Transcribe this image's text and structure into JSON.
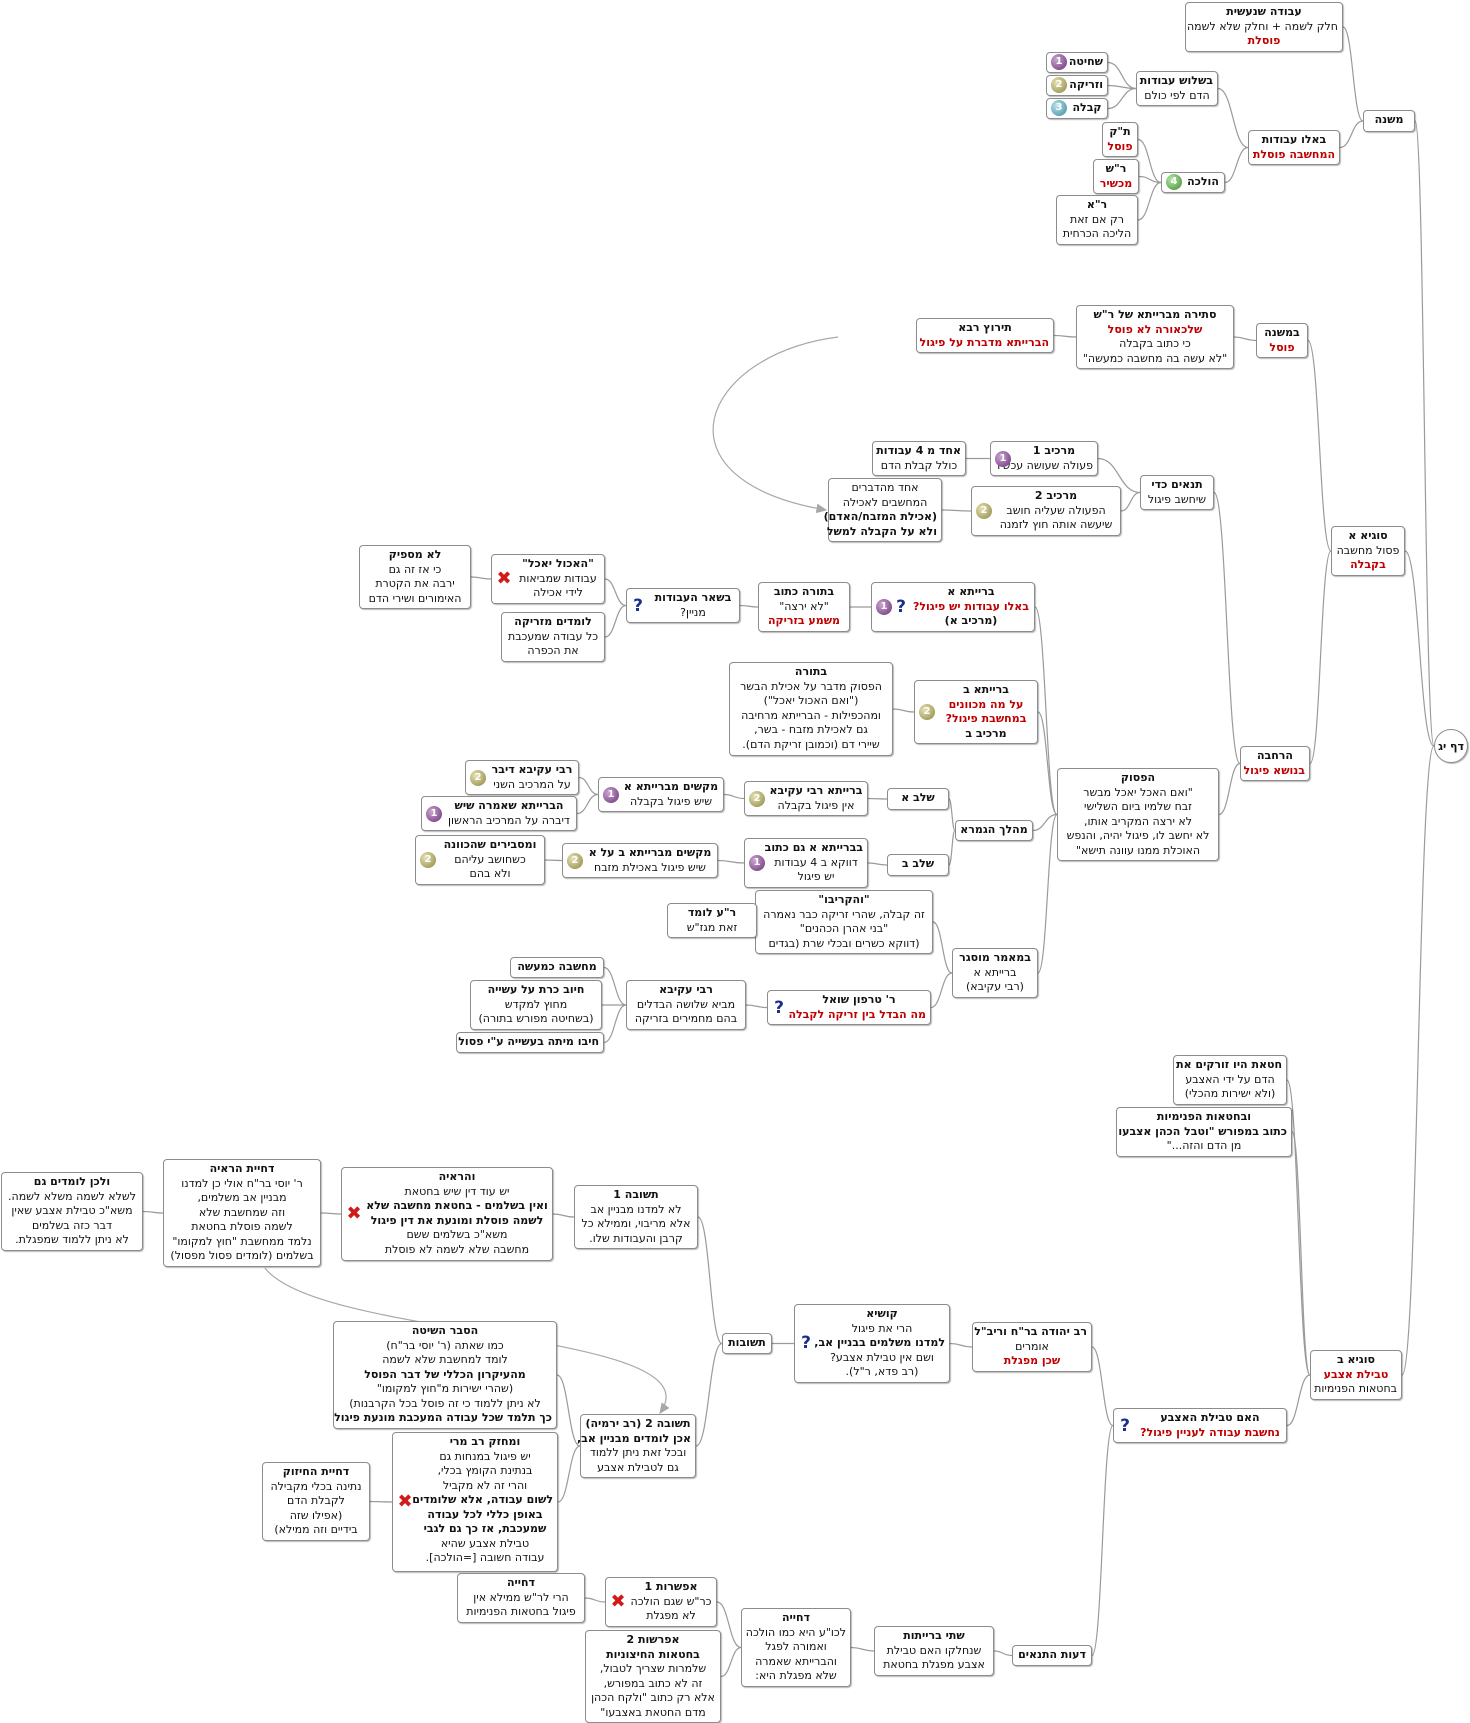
{
  "root": {
    "label": "דף יג"
  },
  "nodes": [
    {
      "id": "mishna",
      "lines": [
        {
          "t": "משנה",
          "s": "t"
        }
      ]
    },
    {
      "id": "avoda",
      "lines": [
        {
          "t": "עבודה שנעשית",
          "s": "t"
        },
        {
          "t": "חלק לשמה + וחלק שלא לשמה"
        },
        {
          "t": "פוסלת",
          "s": "r"
        }
      ]
    },
    {
      "id": "baelu",
      "lines": [
        {
          "t": "באלו עבודות",
          "s": "t"
        },
        {
          "t": "המחשבה פוסלת",
          "s": "r"
        }
      ]
    },
    {
      "id": "shalosh",
      "lines": [
        {
          "t": "בשלוש עבודות",
          "s": "t"
        },
        {
          "t": "הדם לפי כולם"
        }
      ]
    },
    {
      "id": "shchita",
      "mark": {
        "k": "p",
        "v": "1"
      },
      "lines": [
        {
          "t": "שחיטה",
          "s": "t"
        }
      ]
    },
    {
      "id": "zrika",
      "mark": {
        "k": "o",
        "v": "2"
      },
      "lines": [
        {
          "t": "וזריקה",
          "s": "t"
        }
      ]
    },
    {
      "id": "kabala",
      "mark": {
        "k": "b",
        "v": "3"
      },
      "lines": [
        {
          "t": "קבלה",
          "s": "t"
        }
      ]
    },
    {
      "id": "holacha",
      "mark": {
        "k": "g",
        "v": "4"
      },
      "lines": [
        {
          "t": "הולכה",
          "s": "t"
        }
      ]
    },
    {
      "id": "tk",
      "lines": [
        {
          "t": "ת\"ק",
          "s": "t"
        },
        {
          "t": "פוסל",
          "s": "r"
        }
      ]
    },
    {
      "id": "rsh",
      "lines": [
        {
          "t": "ר\"ש",
          "s": "t"
        },
        {
          "t": "מכשיר",
          "s": "r"
        }
      ]
    },
    {
      "id": "ra",
      "lines": [
        {
          "t": "ר\"א",
          "s": "t"
        },
        {
          "t": "רק אם זאת"
        },
        {
          "t": "הליכה הכרחית"
        }
      ]
    },
    {
      "id": "sugia_a",
      "lines": [
        {
          "t": "סוגיא א",
          "s": "t"
        },
        {
          "t": "פסול מחשבה"
        },
        {
          "t": "בקבלה",
          "s": "r"
        }
      ]
    },
    {
      "id": "bamishna",
      "lines": [
        {
          "t": "במשנה",
          "s": "t"
        },
        {
          "t": "פוסל",
          "s": "r"
        }
      ]
    },
    {
      "id": "stira",
      "lines": [
        {
          "t": "סתירה מברייתא של ר\"ש",
          "s": "t"
        },
        {
          "t": "שלכאורה לא פוסל",
          "s": "r"
        },
        {
          "t": "כי כתוב בקבלה"
        },
        {
          "t": "\"לא עשה בה מחשבה כמעשה\""
        }
      ]
    },
    {
      "id": "teruts",
      "lines": [
        {
          "t": "תירוץ רבא",
          "s": "t"
        },
        {
          "t": "הברייתא מדברת על פיגול",
          "s": "r"
        }
      ]
    },
    {
      "id": "harchava",
      "lines": [
        {
          "t": "הרחבה",
          "s": "t"
        },
        {
          "t": "בנושא פיגול",
          "s": "r"
        }
      ]
    },
    {
      "id": "tnaim",
      "lines": [
        {
          "t": "תנאים כדי",
          "s": "t"
        },
        {
          "t": "שיחשב פיגול"
        }
      ]
    },
    {
      "id": "murkav1",
      "mark": {
        "k": "p",
        "v": "1"
      },
      "lines": [
        {
          "t": "מרכיב 1",
          "s": "t"
        },
        {
          "t": "פעולה שעושה עכשיו"
        }
      ]
    },
    {
      "id": "echad4",
      "lines": [
        {
          "t": "אחד מ 4 עבודות",
          "s": "t"
        },
        {
          "t": "כולל קבלת הדם"
        }
      ]
    },
    {
      "id": "murkav2",
      "mark": {
        "k": "o",
        "v": "2"
      },
      "lines": [
        {
          "t": "מרכיב 2",
          "s": "t"
        },
        {
          "t": "הפעולה שעליה חושב"
        },
        {
          "t": "שיעשה אותה חוץ לזמנה"
        }
      ]
    },
    {
      "id": "echad_mdb",
      "lines": [
        {
          "t": "אחד מהדברים"
        },
        {
          "t": "המחשבים לאכילה"
        },
        {
          "t": "(אכילת המזבח/האדם)",
          "s": "t"
        },
        {
          "t": "ולא על הקבלה למשל",
          "s": "t"
        }
      ]
    },
    {
      "id": "hapasuk",
      "lines": [
        {
          "t": "הפסוק",
          "s": "t"
        },
        {
          "t": "\"ואם האכל יאכל מבשר"
        },
        {
          "t": "זבח שלמיו ביום השלישי"
        },
        {
          "t": "לא ירצה המקריב אותו,"
        },
        {
          "t": "לא יחשב לו, פיגול יהיה, והנפש"
        },
        {
          "t": "האוכלת ממנו עוונה תישא\""
        }
      ]
    },
    {
      "id": "braita_a",
      "mark": {
        "k": "p",
        "v": "1"
      },
      "q": true,
      "lines": [
        {
          "t": "ברייתא א",
          "s": "t"
        },
        {
          "t": "באלו עבודות יש פיגול?",
          "s": "r"
        },
        {
          "t": "(מרכיב א)",
          "s": "t"
        }
      ]
    },
    {
      "id": "batora",
      "lines": [
        {
          "t": "בתורה כתוב",
          "s": "t"
        },
        {
          "t": "\"לא ירצה\""
        },
        {
          "t": "משמע בזריקה",
          "s": "r"
        }
      ]
    },
    {
      "id": "bishar",
      "q": true,
      "lines": [
        {
          "t": "בשאר העבודות",
          "s": "t"
        },
        {
          "t": "מניין?"
        }
      ]
    },
    {
      "id": "haochel",
      "mark": {
        "k": "x",
        "v": "✖"
      },
      "lines": [
        {
          "t": "\"האכול יאכל\"",
          "s": "t"
        },
        {
          "t": "עבודות שמביאות"
        },
        {
          "t": "לידי אכילה"
        }
      ]
    },
    {
      "id": "lo_maspik",
      "lines": [
        {
          "t": "לא מספיק",
          "s": "t"
        },
        {
          "t": "כי אז זה גם"
        },
        {
          "t": "ירבה את הקטרת"
        },
        {
          "t": "האימורים ושירי הדם"
        }
      ]
    },
    {
      "id": "lomdim_mizrika",
      "lines": [
        {
          "t": "לומדים מזריקה",
          "s": "t"
        },
        {
          "t": "כל עבודה שמעכבת"
        },
        {
          "t": "את הכפרה"
        }
      ]
    },
    {
      "id": "braita_b",
      "mark": {
        "k": "o",
        "v": "2"
      },
      "lines": [
        {
          "t": "ברייתא ב",
          "s": "t"
        },
        {
          "t": "על מה מכוונים",
          "s": "r"
        },
        {
          "t": "במחשבת פיגול?",
          "s": "r"
        },
        {
          "t": "מרכיב ב",
          "s": "t"
        }
      ]
    },
    {
      "id": "batora2",
      "lines": [
        {
          "t": "בתורה",
          "s": "t"
        },
        {
          "t": "הפסוק מדבר על אכילת הבשר"
        },
        {
          "t": "(\"ואם האכול יאכל\")"
        },
        {
          "t": "ומהכפילות - הברייתא מרחיבה"
        },
        {
          "t": "גם לאכילת מזבח - בשר,"
        },
        {
          "t": "שיירי דם (וכמובן זריקת הדם)."
        }
      ]
    },
    {
      "id": "mahalach",
      "lines": [
        {
          "t": "מהלך הגמרא",
          "s": "t"
        }
      ]
    },
    {
      "id": "shlav_a",
      "lines": [
        {
          "t": "שלב א",
          "s": "t"
        }
      ]
    },
    {
      "id": "braita_ra",
      "mark": {
        "k": "o",
        "v": "2"
      },
      "lines": [
        {
          "t": "ברייתא רבי עקיבא",
          "s": "t"
        },
        {
          "t": "אין פיגול בקבלה"
        }
      ]
    },
    {
      "id": "makshim_a",
      "mark": {
        "k": "p",
        "v": "1"
      },
      "lines": [
        {
          "t": "מקשים מברייתא א",
          "s": "t"
        },
        {
          "t": "שיש פיגול בקבלה"
        }
      ]
    },
    {
      "id": "ra_diber",
      "mark": {
        "k": "o",
        "v": "2"
      },
      "lines": [
        {
          "t": "רבי עקיבא דיבר",
          "s": "t"
        },
        {
          "t": "על המרכיב השני"
        }
      ]
    },
    {
      "id": "habraita_sh",
      "mark": {
        "k": "p",
        "v": "1"
      },
      "lines": [
        {
          "t": "הברייתא שאמרה שיש",
          "s": "t"
        },
        {
          "t": "דיברה על המרכיב הראשון"
        }
      ]
    },
    {
      "id": "shlav_b",
      "lines": [
        {
          "t": "שלב ב",
          "s": "t"
        }
      ]
    },
    {
      "id": "bbraita_a",
      "mark": {
        "k": "p",
        "v": "1"
      },
      "lines": [
        {
          "t": "בברייתא א גם כתוב",
          "s": "t"
        },
        {
          "t": "דווקא ב 4 עבודות"
        },
        {
          "t": "יש פיגול"
        }
      ]
    },
    {
      "id": "makshim_b",
      "mark": {
        "k": "o",
        "v": "2"
      },
      "lines": [
        {
          "t": "מקשים מברייתא ב על א",
          "s": "t"
        },
        {
          "t": "שיש פיגול באכילת מזבח"
        }
      ]
    },
    {
      "id": "umasbirim",
      "mark": {
        "k": "o",
        "v": "2"
      },
      "lines": [
        {
          "t": "ומסבירים שהכוונה",
          "s": "t"
        },
        {
          "t": "כשחושב עליהם"
        },
        {
          "t": "ולא בהם"
        }
      ]
    },
    {
      "id": "vehikrivu",
      "lines": [
        {
          "t": "\"והקריבו\"",
          "s": "t"
        },
        {
          "t": "זה קבלה, שהרי זריקה כבר נאמרה"
        },
        {
          "t": "\"בני אהרן הכהנים\""
        },
        {
          "t": "(דווקא כשרים ובכלי שרת (בגדים"
        }
      ]
    },
    {
      "id": "rk_lomed",
      "lines": [
        {
          "t": "ר\"ע לומד",
          "s": "t"
        },
        {
          "t": "זאת מגז\"ש"
        }
      ]
    },
    {
      "id": "bamaamar",
      "lines": [
        {
          "t": "במאמר מוסגר",
          "s": "t"
        },
        {
          "t": "ברייתא א"
        },
        {
          "t": "(רבי עקיבא)"
        }
      ]
    },
    {
      "id": "tarfon",
      "q": true,
      "lines": [
        {
          "t": "ר' טרפון שואל",
          "s": "t"
        },
        {
          "t": "מה הבדל בין זריקה לקבלה",
          "s": "r"
        }
      ]
    },
    {
      "id": "ravakiva",
      "lines": [
        {
          "t": "רבי עקיבא",
          "s": "t"
        },
        {
          "t": "מביא שלושה הבדלים"
        },
        {
          "t": "בהם מחמירים בזריקה"
        }
      ]
    },
    {
      "id": "machshava_kmaase",
      "lines": [
        {
          "t": "מחשבה כמעשה",
          "s": "t"
        }
      ]
    },
    {
      "id": "chiyuv_karet",
      "lines": [
        {
          "t": "חיוב כרת על עשייה",
          "s": "t"
        },
        {
          "t": "מחוץ למקדש"
        },
        {
          "t": "(בשחיטה מפורש בתורה)"
        }
      ]
    },
    {
      "id": "chiyuv_mita",
      "lines": [
        {
          "t": "חיבו מיתה בעשייה ע\"י פסול",
          "s": "t"
        }
      ]
    },
    {
      "id": "chatat1",
      "lines": [
        {
          "t": "חטאת היו זורקים את",
          "s": "t"
        },
        {
          "t": "הדם על ידי האצבע"
        },
        {
          "t": "(ולא ישירות מהכלי)"
        }
      ]
    },
    {
      "id": "chatat2",
      "lines": [
        {
          "t": "ובחטאות הפנימיות",
          "s": "t"
        },
        {
          "t": "כתוב במפורש \"וטבל הכהן אצבעו",
          "s": "t"
        },
        {
          "t": "מן הדם והזה...\""
        }
      ]
    },
    {
      "id": "sugia_b",
      "lines": [
        {
          "t": "סוגיא ב",
          "s": "t"
        },
        {
          "t": "טבילת אצבע",
          "s": "r"
        },
        {
          "t": "בחטאות הפנימיות"
        }
      ]
    },
    {
      "id": "haim",
      "q": true,
      "lines": [
        {
          "t": "האם טבילת האצבע",
          "s": "t"
        },
        {
          "t": "נחשבת עבודה לעניין פיגול?",
          "s": "r"
        }
      ]
    },
    {
      "id": "ryehuda",
      "lines": [
        {
          "t": "רב יהודה בר\"ח וריב\"ל",
          "s": "t"
        },
        {
          "t": "אומרים"
        },
        {
          "t": "שכן מפגלת",
          "s": "r"
        }
      ]
    },
    {
      "id": "kushia",
      "q": true,
      "lines": [
        {
          "t": "קושיא",
          "s": "t"
        },
        {
          "t": "הרי את פיגול"
        },
        {
          "t": "למדנו משלמים בבניין אב,",
          "s": "t"
        },
        {
          "t": "ושם אין טבילת אצבע?"
        },
        {
          "t": "(רב פדא, ר\"ל)."
        }
      ]
    },
    {
      "id": "tshuvot",
      "lines": [
        {
          "t": "תשובות",
          "s": "t"
        }
      ]
    },
    {
      "id": "tshuva1",
      "lines": [
        {
          "t": "תשובה 1",
          "s": "t"
        },
        {
          "t": "לא למדנו מבניין אב"
        },
        {
          "t": "אלא מריבוי, וממילא כל"
        },
        {
          "t": "קרבן והעבודות שלו."
        }
      ]
    },
    {
      "id": "vehaaya",
      "mark": {
        "k": "x",
        "v": "✖"
      },
      "lines": [
        {
          "t": "והראיה",
          "s": "t"
        },
        {
          "t": "יש עוד דין שיש בחטאת"
        },
        {
          "t": "ואין בשלמים - בחטאת מחשבה שלא",
          "s": "t"
        },
        {
          "t": "לשמה פוסלת ומונעת את דין פיגול",
          "s": "t"
        },
        {
          "t": "משא\"כ בשלמים ששם"
        },
        {
          "t": "מחשבה שלא לשמה לא פוסלת"
        }
      ]
    },
    {
      "id": "dchiyat_haraya",
      "lines": [
        {
          "t": "דחיית הראיה",
          "s": "t"
        },
        {
          "t": "ר' יוסי בר\"ח אולי כן למדנו"
        },
        {
          "t": "מבניין אב משלמים,"
        },
        {
          "t": "וזה שמחשבת שלא"
        },
        {
          "t": "לשמה פוסלת בחטאת"
        },
        {
          "t": "נלמד ממחשבת \"חוץ למקומו\""
        },
        {
          "t": "בשלמים (לומדים פסול מפסול)"
        }
      ]
    },
    {
      "id": "velachen",
      "lines": [
        {
          "t": "ולכן לומדים גם",
          "s": "t"
        },
        {
          "t": "לשלא לשמה משלא לשמה."
        },
        {
          "t": "משא\"כ טבילת אצבע שאין"
        },
        {
          "t": "דבר כזה בשלמים"
        },
        {
          "t": "לא ניתן ללמוד שמפגלת."
        }
      ]
    },
    {
      "id": "tshuva2",
      "lines": [
        {
          "t": "תשובה 2 (רב ירמיה)",
          "s": "t"
        },
        {
          "t": "אכן לומדים מבניין אב,",
          "s": "t"
        },
        {
          "t": "ובכל זאת ניתן ללמוד"
        },
        {
          "t": "גם לטבילת אצבע"
        }
      ]
    },
    {
      "id": "hesber",
      "lines": [
        {
          "t": "הסבר השיטה",
          "s": "t"
        },
        {
          "t": "כמו שאתה (ר' יוסי בר\"ח)"
        },
        {
          "t": "לומד למחשבת שלא לשמה"
        },
        {
          "t": "מהעיקרון הכללי של דבר הפוסל",
          "s": "t"
        },
        {
          "t": "(שהרי ישירות מ\"חוץ למקומו\""
        },
        {
          "t": "לא ניתן ללמוד כי זה פוסל בכל הקרבנות)"
        },
        {
          "t": "כך תלמד שכל עבודה המעכבת מונעת פיגול",
          "s": "t"
        }
      ]
    },
    {
      "id": "umachzik",
      "mark": {
        "k": "x",
        "v": "✖"
      },
      "lines": [
        {
          "t": "ומחזק רב מרי",
          "s": "t"
        },
        {
          "t": "יש פיגול במנחות גם"
        },
        {
          "t": "בנתינת הקומץ בכלי,"
        },
        {
          "t": "והרי זה לא מקביל"
        },
        {
          "t": "לשום עבודה, אלא שלומדים",
          "s": "t"
        },
        {
          "t": "באופן כללי לכל עבודה",
          "s": "t"
        },
        {
          "t": "שמעכבת, אז כך גם לגבי",
          "s": "t"
        },
        {
          "t": "טבילת אצבע שהיא"
        },
        {
          "t": "עבודה חשובה [=הולכה]."
        }
      ]
    },
    {
      "id": "dchiyat_hachizuk",
      "lines": [
        {
          "t": "דחיית החיזוק",
          "s": "t"
        },
        {
          "t": "נתינה בכלי מקבילה"
        },
        {
          "t": "לקבלת הדם"
        },
        {
          "t": "(אפילו שזה"
        },
        {
          "t": "בידיים וזה ממילא)"
        }
      ]
    },
    {
      "id": "daat",
      "lines": [
        {
          "t": "דעות התנאים",
          "s": "t"
        }
      ]
    },
    {
      "id": "shtei",
      "lines": [
        {
          "t": "שתי ברייתות",
          "s": "t"
        },
        {
          "t": "שנחלקו האם טבילת"
        },
        {
          "t": "אצבע מפגלת בחטאת"
        }
      ]
    },
    {
      "id": "dchiya",
      "lines": [
        {
          "t": "דחייה",
          "s": "t"
        },
        {
          "t": "לכו\"ע היא כמו הולכה"
        },
        {
          "t": "ואמורה לפגל"
        },
        {
          "t": "והברייתא שאמרה"
        },
        {
          "t": "שלא מפגלת היא:"
        }
      ]
    },
    {
      "id": "efsharut1",
      "mark": {
        "k": "x",
        "v": "✖"
      },
      "lines": [
        {
          "t": "אפשרות 1",
          "s": "t"
        },
        {
          "t": "כר\"ש שגם הולכה"
        },
        {
          "t": "לא מפגלת"
        }
      ]
    },
    {
      "id": "dchiya2",
      "lines": [
        {
          "t": "דחייה",
          "s": "t"
        },
        {
          "t": "הרי לר\"ש ממילא אין"
        },
        {
          "t": "פיגול בחטאות הפנימיות"
        }
      ]
    },
    {
      "id": "efsharut2",
      "lines": [
        {
          "t": "אפרשות 2",
          "s": "t"
        },
        {
          "t": "בחטאות החיצוניות",
          "s": "t"
        },
        {
          "t": "שלמרות שצריך לטבול,"
        },
        {
          "t": "זה לא כתוב במפורש,"
        },
        {
          "t": "אלא רק כתוב \"ולקח הכהן"
        },
        {
          "t": "מדם החטאת באצבעו\""
        }
      ]
    }
  ]
}
